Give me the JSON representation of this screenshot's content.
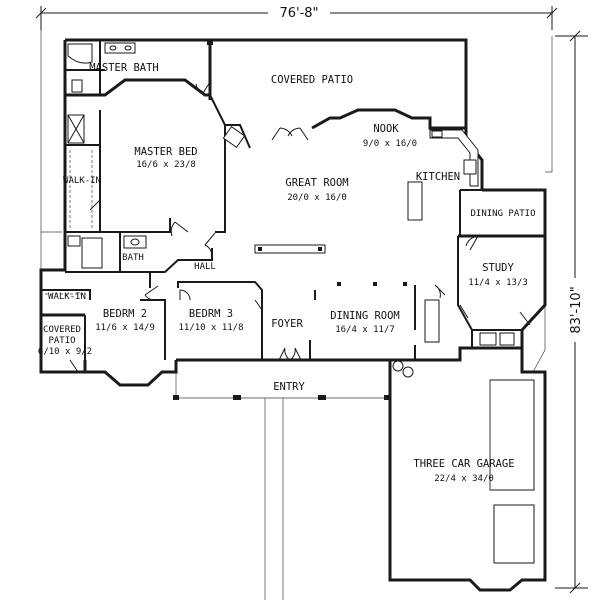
{
  "dimensions": {
    "width": "76'-8\"",
    "depth": "83'-10\""
  },
  "rooms": {
    "master_bath": {
      "name": "MASTER BATH"
    },
    "covered_patio_rear": {
      "name": "COVERED PATIO"
    },
    "master_bed": {
      "name": "MASTER BED",
      "size": "16/6 x 23/8"
    },
    "nook": {
      "name": "NOOK",
      "size": "9/0 x 16/0"
    },
    "kitchen": {
      "name": "KITCHEN"
    },
    "great_room": {
      "name": "GREAT ROOM",
      "size": "20/0 x 16/0"
    },
    "walk_in_master": {
      "name": "WALK-IN"
    },
    "dining_patio": {
      "name": "DINING PATIO"
    },
    "bath": {
      "name": "BATH"
    },
    "hall": {
      "name": "HALL"
    },
    "study": {
      "name": "STUDY",
      "size": "11/4 x 13/3"
    },
    "walk_in_bedrm2": {
      "name": "WALK-IN"
    },
    "bedrm2": {
      "name": "BEDRM 2",
      "size": "11/6 x 14/9"
    },
    "bedrm3": {
      "name": "BEDRM 3",
      "size": "11/10 x 11/8"
    },
    "foyer": {
      "name": "FOYER"
    },
    "dining_room": {
      "name": "DINING ROOM",
      "size": "16/4 x 11/7"
    },
    "covered_patio_side": {
      "name": "COVERED",
      "name2": "PATIO",
      "size": "6/10 x 9/2"
    },
    "entry": {
      "name": "ENTRY"
    },
    "garage": {
      "name": "THREE CAR GARAGE",
      "size": "22/4 x 34/0"
    }
  }
}
